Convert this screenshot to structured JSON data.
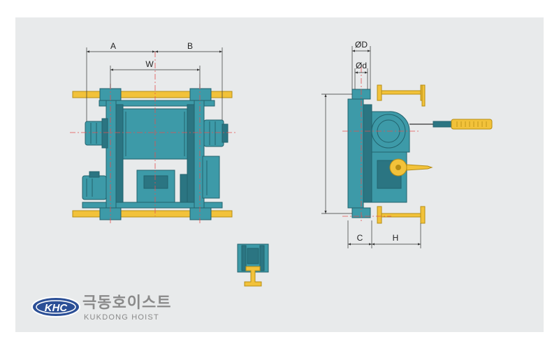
{
  "dimensions": {
    "A": "A",
    "B": "B",
    "W": "W",
    "outer_diameter": "ØD",
    "inner_diameter": "Ød",
    "C": "C",
    "H": "H"
  },
  "brand": {
    "logo_text": "KHC",
    "name_korean": "극동호이스트",
    "name_english": "KUKDONG HOIST"
  },
  "colors": {
    "panel": "#e8eaeb",
    "machine": "#3d9aa8",
    "machine_dark": "#2b7582",
    "rail": "#f2c23a",
    "rail_edge": "#b68d14",
    "centerline": "#e35050",
    "dimension": "#333333",
    "logo_blue": "#2b4f96",
    "brand_gray": "#8a8a8a"
  }
}
